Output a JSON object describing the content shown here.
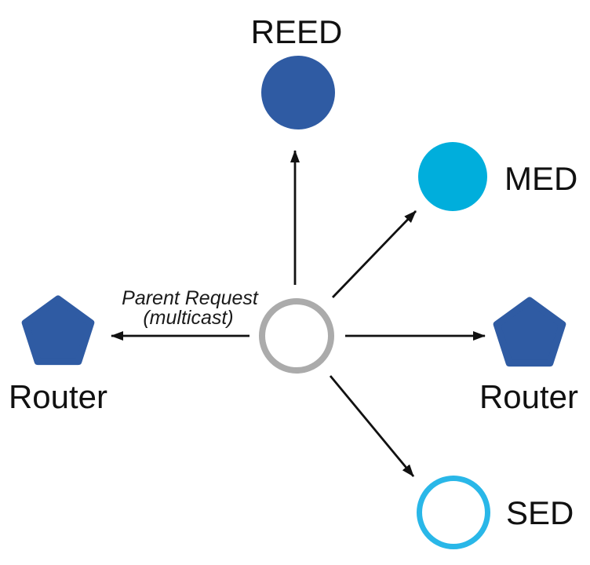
{
  "diagram": {
    "description": "Thread network topology: center node multicasts Parent Request to neighbor nodes",
    "annotation": {
      "line1": "Parent Request",
      "line2": "(multicast)"
    },
    "nodes": {
      "reed": {
        "label": "REED",
        "shape": "circle",
        "style": "filled"
      },
      "med": {
        "label": "MED",
        "shape": "circle",
        "style": "filled"
      },
      "sed": {
        "label": "SED",
        "shape": "circle",
        "style": "outlined"
      },
      "router_left": {
        "label": "Router",
        "shape": "pentagon",
        "style": "filled"
      },
      "router_right": {
        "label": "Router",
        "shape": "pentagon",
        "style": "filled"
      },
      "center": {
        "label": "",
        "shape": "circle",
        "style": "outlined"
      }
    },
    "arrows": [
      {
        "from": "center",
        "to": "reed"
      },
      {
        "from": "center",
        "to": "med"
      },
      {
        "from": "center",
        "to": "router_right"
      },
      {
        "from": "center",
        "to": "router_left"
      },
      {
        "from": "center",
        "to": "sed"
      }
    ]
  },
  "colors": {
    "router_blue": "#2F5BA3",
    "med_cyan": "#00AEDC",
    "sed_cyan": "#29B7E8",
    "center_gray": "#ABABAB",
    "arrow_black": "#111111",
    "text_black": "#111111",
    "background": "#FFFFFF",
    "node_fill_white": "#FFFFFF"
  }
}
